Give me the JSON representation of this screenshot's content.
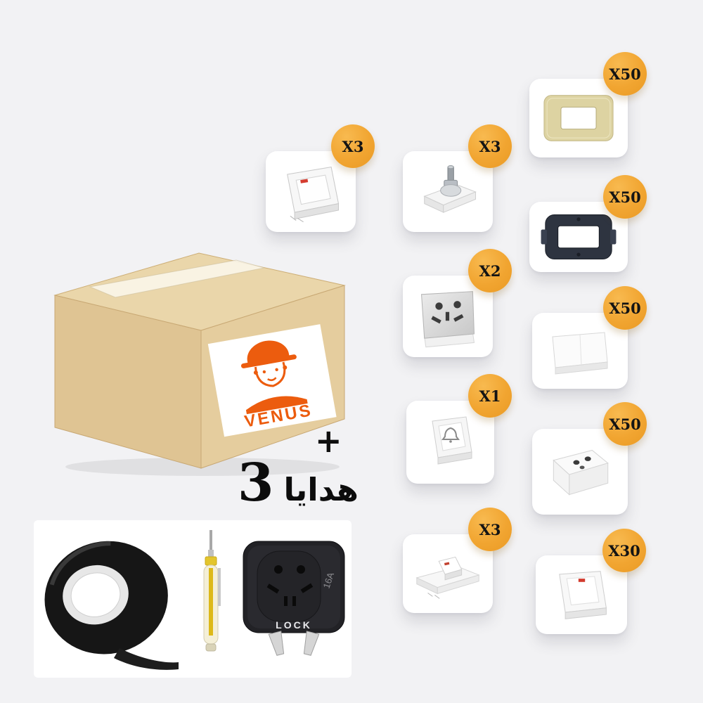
{
  "box": {
    "brand": "VENUS"
  },
  "plus": "+",
  "gift": {
    "count": "3",
    "label": "هدايا"
  },
  "items": [
    {
      "name": "switch-with-indicator",
      "qty": "X3"
    },
    {
      "name": "tv-antenna-module",
      "qty": "X3"
    },
    {
      "name": "cover-frame-beige",
      "qty": "X50"
    },
    {
      "name": "mounting-frame-dark",
      "qty": "X50"
    },
    {
      "name": "universal-socket-steel",
      "qty": "X2"
    },
    {
      "name": "blank-module-white",
      "qty": "X50"
    },
    {
      "name": "bell-switch",
      "qty": "X1"
    },
    {
      "name": "two-pin-socket",
      "qty": "X50"
    },
    {
      "name": "module-with-switch",
      "qty": "X3"
    },
    {
      "name": "switch-with-indicator-red",
      "qty": "X30"
    }
  ],
  "gifts": {
    "adapter_amp": "16A",
    "adapter_brand": "LOCK"
  },
  "colors": {
    "badge": "#F1A531",
    "brand_orange": "#EC5C0E",
    "box_tan": "#E5CD9E"
  }
}
